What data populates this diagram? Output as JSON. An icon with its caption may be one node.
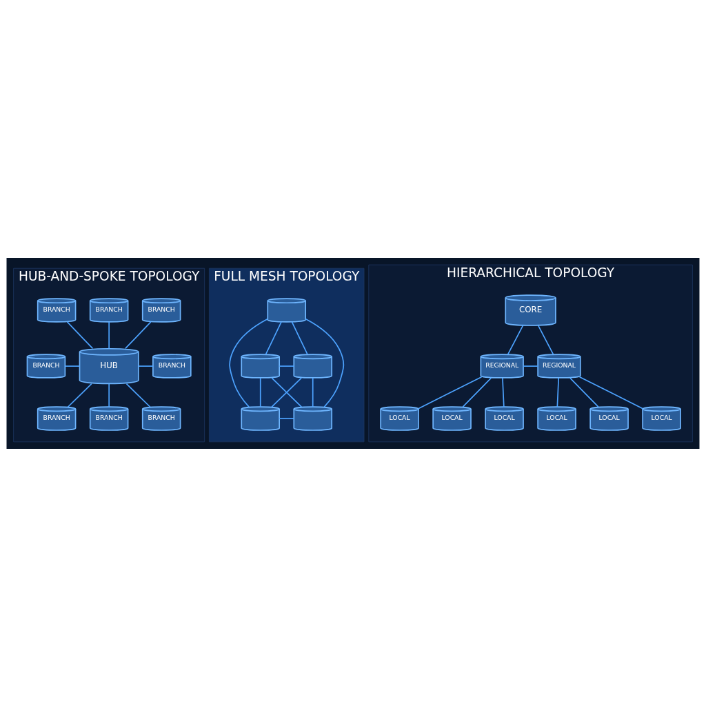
{
  "diagram": {
    "nodes": [
      {
        "text": [
          "HUB-AND-SPOKE TOPOLOGY"
        ]
      },
      {
        "text": [
          "BRANCH"
        ],
        "in": 0
      },
      {
        "text": [
          "BRANCH"
        ],
        "in": 0
      },
      {
        "text": [
          "BRANCH"
        ],
        "in": 0
      },
      {
        "text": [
          "BRANCH"
        ],
        "in": 0
      },
      {
        "text": [
          "HUB"
        ],
        "in": 0
      },
      {
        "text": [
          "BRANCH"
        ],
        "in": 0
      },
      {
        "text": [
          "BRANCH"
        ],
        "in": 0
      },
      {
        "text": [
          "BRANCH"
        ],
        "in": 0
      },
      {
        "text": [
          "BRANCH"
        ],
        "in": 0
      },
      {
        "text": [
          "FULL MESH TOPOLOGY"
        ]
      },
      {
        "text": [],
        "shape": "cylinder",
        "in": 10
      },
      {
        "text": [],
        "shape": "cylinder",
        "in": 10
      },
      {
        "text": [],
        "shape": "cylinder",
        "in": 10
      },
      {
        "text": [],
        "shape": "cylinder",
        "in": 10
      },
      {
        "text": [],
        "shape": "cylinder",
        "in": 10
      },
      {
        "text": [
          "HIERARCHICAL TOPOLOGY"
        ]
      },
      {
        "text": [
          "CORE"
        ],
        "in": 16
      },
      {
        "text": [
          "REGIONAL"
        ],
        "in": 16
      },
      {
        "text": [
          "REGIONAL"
        ],
        "in": 16
      },
      {
        "text": [
          "LOCAL"
        ],
        "in": 16
      },
      {
        "text": [
          "LOCAL"
        ],
        "in": 16
      },
      {
        "text": [
          "LOCAL"
        ],
        "in": 16
      },
      {
        "text": [
          "LOCAL"
        ],
        "in": 16
      },
      {
        "text": [
          "LOCAL"
        ],
        "in": 16
      },
      {
        "text": [
          "LOCAL"
        ],
        "in": 16
      }
    ],
    "edges": [
      {
        "from": 1,
        "to": 5,
        "arrow": "none"
      },
      {
        "from": 2,
        "to": 5,
        "arrow": "none"
      },
      {
        "from": 3,
        "to": 5,
        "arrow": "none"
      },
      {
        "from": 4,
        "to": 5,
        "arrow": "none"
      },
      {
        "from": 5,
        "to": 6,
        "arrow": "none"
      },
      {
        "from": 5,
        "to": 7,
        "arrow": "none"
      },
      {
        "from": 5,
        "to": 8,
        "arrow": "none"
      },
      {
        "from": 5,
        "to": 9,
        "arrow": "none"
      },
      {
        "from": 11,
        "to": 12,
        "arrow": "none"
      },
      {
        "from": 11,
        "to": 13,
        "arrow": "none"
      },
      {
        "from": 11,
        "to": 14,
        "arrow": "none"
      },
      {
        "from": 11,
        "to": 15,
        "arrow": "none"
      },
      {
        "from": 12,
        "to": 13,
        "arrow": "none"
      },
      {
        "from": 12,
        "to": 14,
        "arrow": "none"
      },
      {
        "from": 12,
        "to": 15,
        "arrow": "none"
      },
      {
        "from": 13,
        "to": 14,
        "arrow": "none"
      },
      {
        "from": 13,
        "to": 15,
        "arrow": "none"
      },
      {
        "from": 14,
        "to": 15,
        "arrow": "none"
      },
      {
        "from": 17,
        "to": 18,
        "arrow": "none"
      },
      {
        "from": 17,
        "to": 19,
        "arrow": "none"
      },
      {
        "from": 18,
        "to": 19,
        "arrow": "none"
      },
      {
        "from": 18,
        "to": 20,
        "arrow": "none"
      },
      {
        "from": 18,
        "to": 21,
        "arrow": "none"
      },
      {
        "from": 18,
        "to": 22,
        "arrow": "none"
      },
      {
        "from": 19,
        "to": 23,
        "arrow": "none"
      },
      {
        "from": 19,
        "to": 24,
        "arrow": "none"
      },
      {
        "from": 19,
        "to": 25,
        "arrow": "none"
      }
    ]
  }
}
